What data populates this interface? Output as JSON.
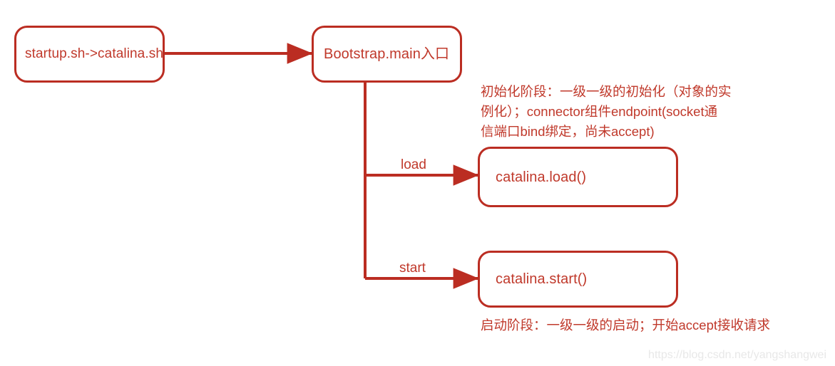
{
  "diagram": {
    "title": "Tomcat startup flow",
    "colors": {
      "stroke": "#bb2d22",
      "text": "#c0392b",
      "background": "#ffffff",
      "watermark": "#e8e8e8"
    },
    "nodes": [
      {
        "id": "startup",
        "label": "startup.sh->catalina.sh"
      },
      {
        "id": "bootstrap",
        "label": "Bootstrap.main入口"
      },
      {
        "id": "catalina_load",
        "label": "catalina.load()"
      },
      {
        "id": "catalina_start",
        "label": "catalina.start()"
      }
    ],
    "edges": [
      {
        "id": "startup_to_bootstrap",
        "label": ""
      },
      {
        "id": "bootstrap_to_load",
        "label": "load"
      },
      {
        "id": "bootstrap_to_start",
        "label": "start"
      }
    ],
    "annotations": [
      {
        "id": "init_phase",
        "lines": [
          "初始化阶段：一级一级的初始化（对象的实",
          "例化）；connector组件endpoint(socket通",
          "信端口bind绑定，尚未accept)"
        ]
      },
      {
        "id": "start_phase",
        "lines": [
          "启动阶段：一级一级的启动；开始accept接收请求"
        ]
      }
    ],
    "watermark": "https://blog.csdn.net/yangshangwei"
  }
}
